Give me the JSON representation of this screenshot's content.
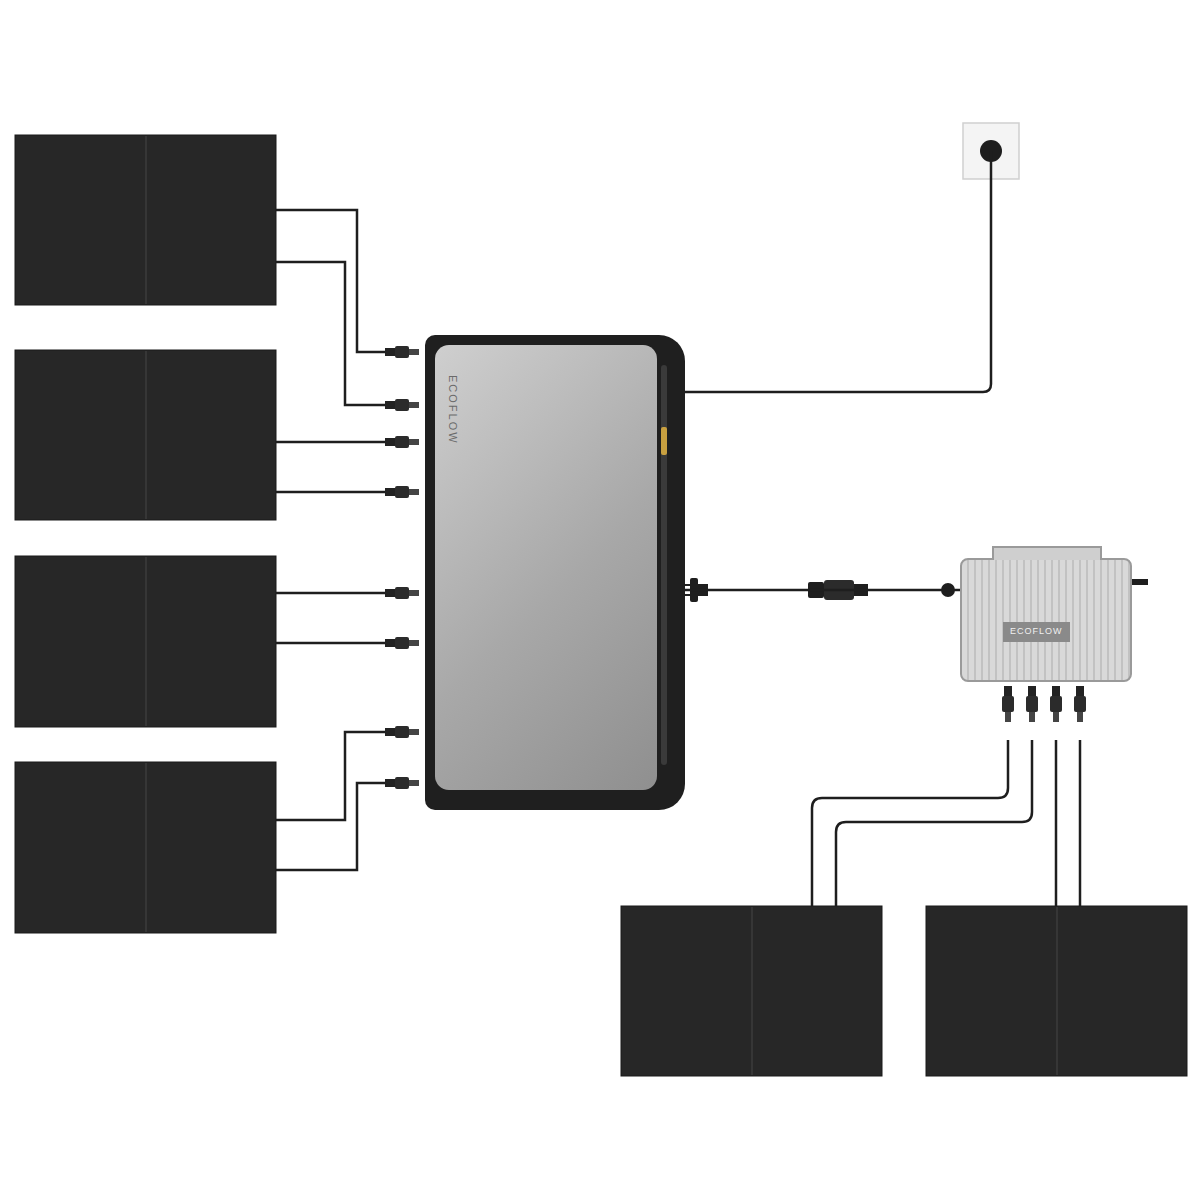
{
  "diagram": {
    "nodes": [
      {
        "text": [
          "ECOFLOW"
        ]
      },
      {
        "text": [
          "ECOFLOW"
        ]
      }
    ],
    "edges": [
      {
        "from": 0,
        "to": 1,
        "arrow": "none"
      }
    ]
  }
}
